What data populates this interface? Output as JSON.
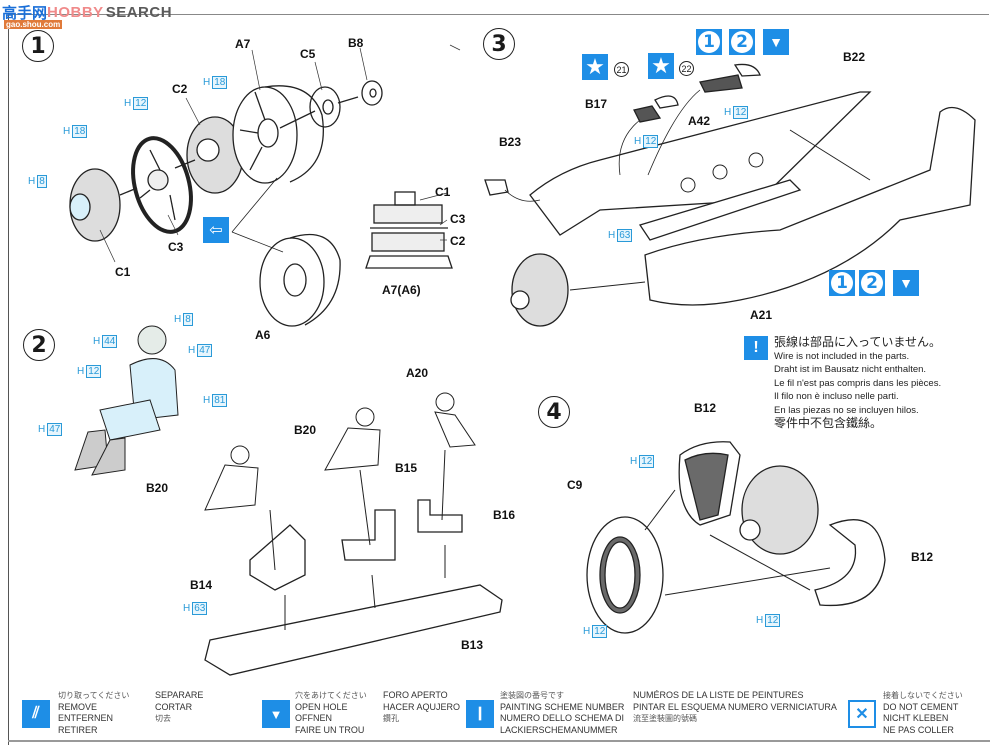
{
  "watermark": {
    "brand_cn": "高手网",
    "brand_en_1": "HOBBY",
    "brand_en_2": "SEARCH",
    "url": "gao.shou.com"
  },
  "steps": [
    {
      "number": "1",
      "parts": [
        "A7",
        "C5",
        "B8",
        "C2",
        "C3",
        "C1",
        "A6"
      ],
      "colors": [
        {
          "code": "H",
          "number": "12",
          "part": "C3"
        },
        {
          "code": "H",
          "number": "18",
          "part": "C2"
        },
        {
          "code": "H",
          "number": "18",
          "part": "C1"
        },
        {
          "code": "H",
          "number": "8",
          "part": "C1"
        }
      ],
      "detail_view": {
        "labels": [
          "C1",
          "C3",
          "C2",
          "A7(A6)"
        ]
      },
      "choice_icon": "alternative-part-icon"
    },
    {
      "number": "2",
      "figure_colors": [
        {
          "code": "H",
          "number": "8"
        },
        {
          "code": "H",
          "number": "44"
        },
        {
          "code": "H",
          "number": "47"
        },
        {
          "code": "H",
          "number": "12"
        },
        {
          "code": "H",
          "number": "81"
        },
        {
          "code": "H",
          "number": "47"
        }
      ],
      "parts": [
        "A20",
        "B20",
        "B20",
        "B15",
        "B16",
        "B14",
        "B13"
      ],
      "seat_color": {
        "code": "H",
        "number": "63"
      }
    },
    {
      "number": "3",
      "parts": [
        "B22",
        "B17",
        "A42",
        "B23",
        "A21"
      ],
      "decals": [
        {
          "icon": "star-icon",
          "number": "21"
        },
        {
          "icon": "star-icon",
          "number": "22"
        }
      ],
      "colors": [
        {
          "code": "H",
          "number": "12",
          "part": "B17"
        },
        {
          "code": "H",
          "number": "12",
          "part": "A42"
        },
        {
          "code": "H",
          "number": "63",
          "part": "cockpit"
        }
      ],
      "scheme_icons": [
        "1",
        "2"
      ]
    },
    {
      "number": "4",
      "parts": [
        "B12",
        "C9",
        "B12"
      ],
      "colors": [
        {
          "code": "H",
          "number": "12",
          "part": "B12-upper"
        },
        {
          "code": "H",
          "number": "12",
          "part": "C9"
        },
        {
          "code": "H",
          "number": "12",
          "part": "B12-lower"
        }
      ]
    }
  ],
  "wire_note": {
    "lines": [
      "張線は部品に入っていません。",
      "Wire is not included in the parts.",
      "Draht ist im Bausatz nicht enthalten.",
      "Le fil n'est pas compris dans les pièces.",
      "Il filo non è incluso nelle parti.",
      "En las piezas no se incluyen hilos.",
      "零件中不包含鐵絲。"
    ]
  },
  "legend": {
    "remove": {
      "col1": [
        "切り取ってください",
        "REMOVE",
        "ENTFERNEN",
        "RETIRER"
      ],
      "col2": [
        "SEPARARE",
        "CORTAR",
        "切去"
      ]
    },
    "open_hole": {
      "col1": [
        "穴をあけてください",
        "OPEN HOLE",
        "OFFNEN",
        "FAIRE UN TROU"
      ],
      "col2": [
        "FORO APERTO",
        "HACER AQUJERO",
        "鑽孔"
      ]
    },
    "painting": {
      "col1": [
        "塗装図の番号です",
        "PAINTING SCHEME NUMBER",
        "NUMERO DELLO SCHEMA DI",
        "LACKIERSCHEMANUMMER"
      ],
      "col2": [
        "NUMÉROS DE LA LISTE DE PEINTURES",
        "PINTAR EL ESQUEMA NUMERO   VERNICIATURA",
        "流至塗裝圖的號碼"
      ]
    },
    "no_cement": {
      "col1": [
        "接着しないでください",
        "DO NOT CEMENT",
        "NICHT KLEBEN",
        "NE PAS COLLER"
      ]
    }
  },
  "colors": {
    "accent_blue": "#1e8ee6",
    "paint_ref_blue": "#2a9ad8"
  }
}
